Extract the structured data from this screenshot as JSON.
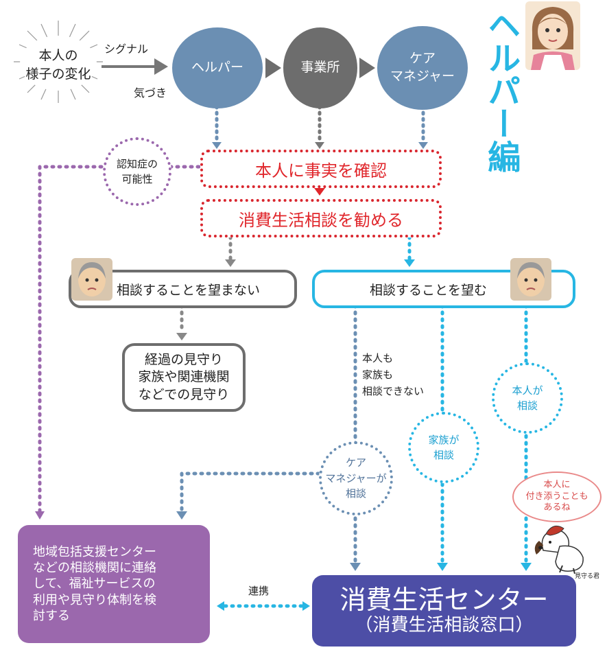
{
  "top_title": "ヘルパー編",
  "start_label": [
    "本人の",
    "様子の変化"
  ],
  "signal_label": "シグナル",
  "notice_label": "気づき",
  "helper": "ヘルパー",
  "office": "事業所",
  "care_manager": [
    "ケア",
    "マネジャー"
  ],
  "dementia": [
    "認知症の",
    "可能性"
  ],
  "confirm": "本人に事実を確認",
  "recommend": "消費生活相談を勧める",
  "no_want": "相談することを望まない",
  "want": "相談することを望む",
  "watch": [
    "経過の見守り",
    "家族や関連機関",
    "などでの見守り"
  ],
  "cannot": [
    "本人も",
    "家族も",
    "相談できない"
  ],
  "cm_consult": [
    "ケア",
    "マネジャーが",
    "相談"
  ],
  "family_consult": [
    "家族が",
    "相談"
  ],
  "self_consult": [
    "本人が",
    "相談"
  ],
  "speech": [
    "本人に",
    "付き添うことも",
    "あるね"
  ],
  "mimamoru": "見守る君",
  "community": [
    "地域包括支援センター",
    "などの相談機関に連絡",
    "して、福祉サービスの",
    "利用や見守り体制を検",
    "討する"
  ],
  "link_label": "連携",
  "center": [
    "消費生活センター",
    "（消費生活相談窓口）"
  ],
  "colors": {
    "blue_gray": "#6b8fb3",
    "gray": "#6d6d6d",
    "red": "#e0262b",
    "cyan": "#27b6e3",
    "purple": "#9b68ad",
    "navy": "#4d4ea6"
  }
}
